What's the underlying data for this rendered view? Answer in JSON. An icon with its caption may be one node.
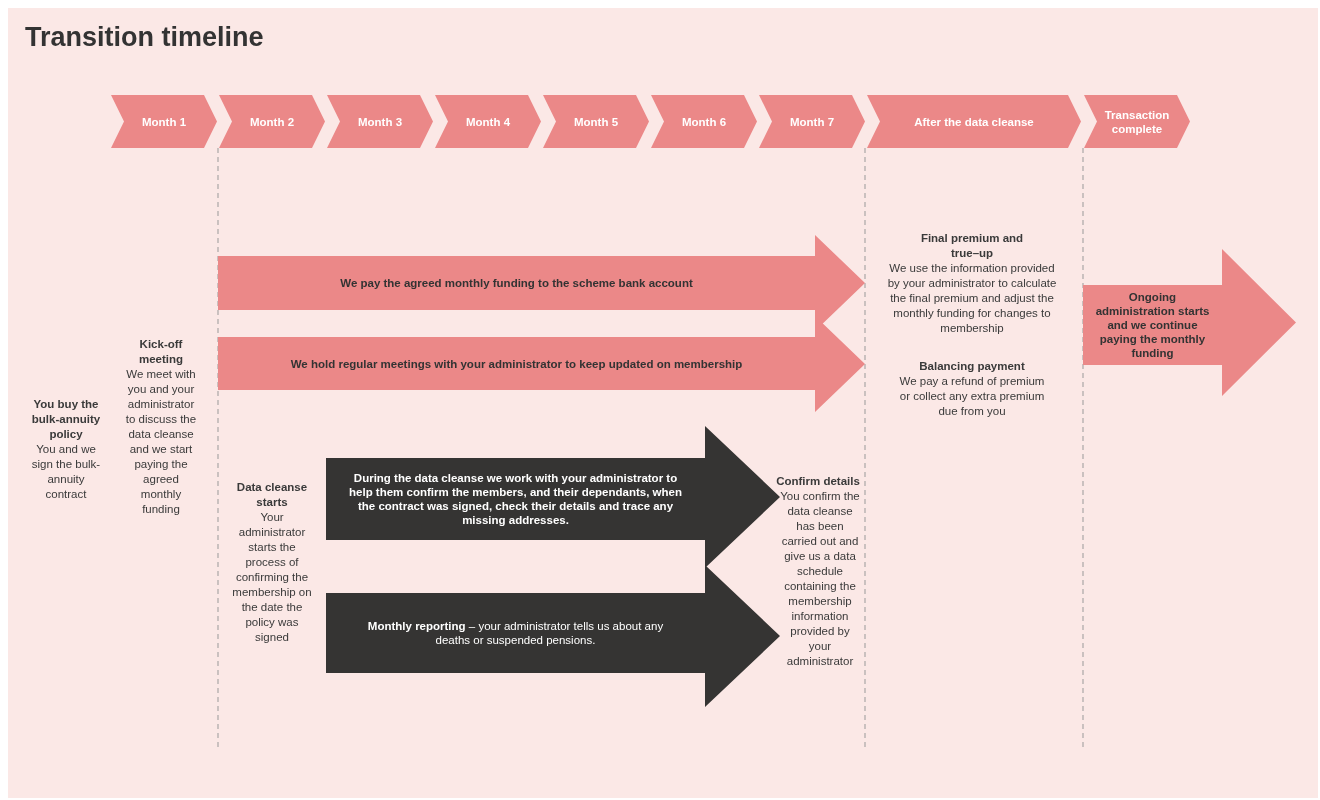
{
  "diagram": {
    "title": "Transition timeline",
    "nodes": [
      {
        "text": [
          "Month 1"
        ]
      },
      {
        "text": [
          "Month 2"
        ]
      },
      {
        "text": [
          "Month 3"
        ]
      },
      {
        "text": [
          "Month 4"
        ]
      },
      {
        "text": [
          "Month 5"
        ]
      },
      {
        "text": [
          "Month 6"
        ]
      },
      {
        "text": [
          "Month 7"
        ]
      },
      {
        "text": [
          "After the data cleanse"
        ]
      },
      {
        "text": [
          "Transaction complete"
        ]
      },
      {
        "text": [
          "We pay the agreed monthly funding to the scheme bank account"
        ]
      },
      {
        "text": [
          "We hold regular meetings with your administrator to keep updated on membership"
        ]
      },
      {
        "text": [
          "During the data cleanse we work with your administrator to help them confirm the members, and their dependants, when the contract was signed, check their details and trace any missing addresses."
        ]
      },
      {
        "text": [
          "**Monthly reporting** – your administrator tells us about any deaths or suspended pensions."
        ]
      },
      {
        "text": [
          "Ongoing administration starts and we continue paying the monthly funding"
        ]
      }
    ],
    "labels": [
      "You buy the bulk-annuity policy",
      "You and we sign the bulk-annuity contract",
      "Kick-off meeting",
      "We meet with you and your administrator to discuss the data cleanse and we start paying the agreed monthly funding",
      "Data cleanse starts",
      "Your administrator starts the process of confirming the membership on the date the policy was signed",
      "Confirm details",
      "You confirm the data cleanse has been carried out and give us a data schedule containing the membership information provided by your administrator",
      "Final premium and true–up",
      "We use the information provided by your administrator to calculate the final premium and adjust the monthly funding for changes to membership",
      "Balancing payment",
      "We pay a refund of premium or collect any extra premium due from you"
    ]
  }
}
